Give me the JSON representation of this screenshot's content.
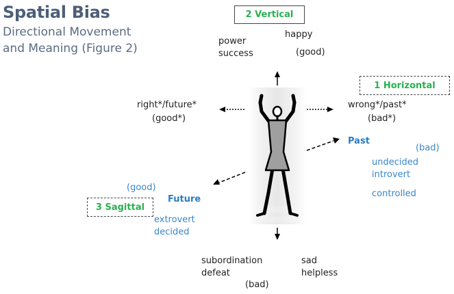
{
  "title": "Spatial Bias",
  "subtitle_line1": "Directional Movement",
  "subtitle_line2": "and Meaning (Figure 2)",
  "vertical": {
    "box_label": "2 Vertical",
    "up_left": "power\nsuccess",
    "up_right": "happy",
    "up_value": "(good)",
    "down_left": "subordination\ndefeat",
    "down_right": "sad\nhelpless",
    "down_value": "(bad)"
  },
  "horizontal": {
    "box_label": "1 Horizontal",
    "left_text": "right*/future*",
    "left_value": "(good*)",
    "right_text": "wrong*/past*",
    "right_value": "(bad*)"
  },
  "sagittal": {
    "box_label": "3 Sagittal",
    "past_label": "Past",
    "past_value": "(bad)",
    "past_traits": [
      "undecided",
      "introvert",
      "controlled"
    ],
    "future_label": "Future",
    "future_value": "(good)",
    "future_traits": [
      "extrovert",
      "decided"
    ]
  }
}
